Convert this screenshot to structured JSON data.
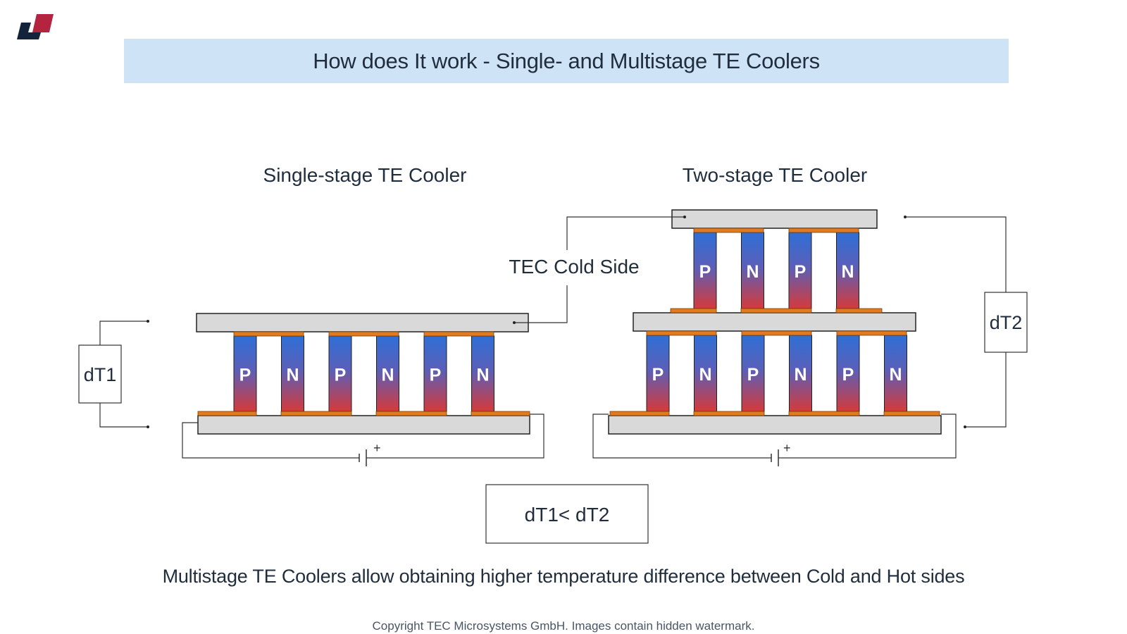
{
  "title": "How does It work - Single- and Multistage TE Coolers",
  "single_stage": {
    "label": "Single-stage TE Cooler",
    "legs": [
      "P",
      "N",
      "P",
      "N",
      "P",
      "N"
    ],
    "dt_label": "dT1"
  },
  "two_stage": {
    "label": "Two-stage TE Cooler",
    "top_legs": [
      "P",
      "N",
      "P",
      "N"
    ],
    "bottom_legs": [
      "P",
      "N",
      "P",
      "N",
      "P",
      "N"
    ],
    "dt_label": "dT2"
  },
  "cold_side_label": "TEC Cold Side",
  "plus_sign": "+",
  "comparison": "dT1< dT2",
  "caption": "Multistage TE Coolers allow obtaining  higher temperature difference between Cold and Hot sides",
  "copyright": "Copyright TEC Microsystems GmbH. Images contain hidden watermark.",
  "colors": {
    "title_bar": "#cfe3f7",
    "plate": "#d9d9d9",
    "copper": "#e07b1f",
    "leg_cold": "#2f6fd6",
    "leg_hot": "#d63a3a",
    "logo_dark": "#14233c",
    "logo_red": "#b4233f"
  }
}
